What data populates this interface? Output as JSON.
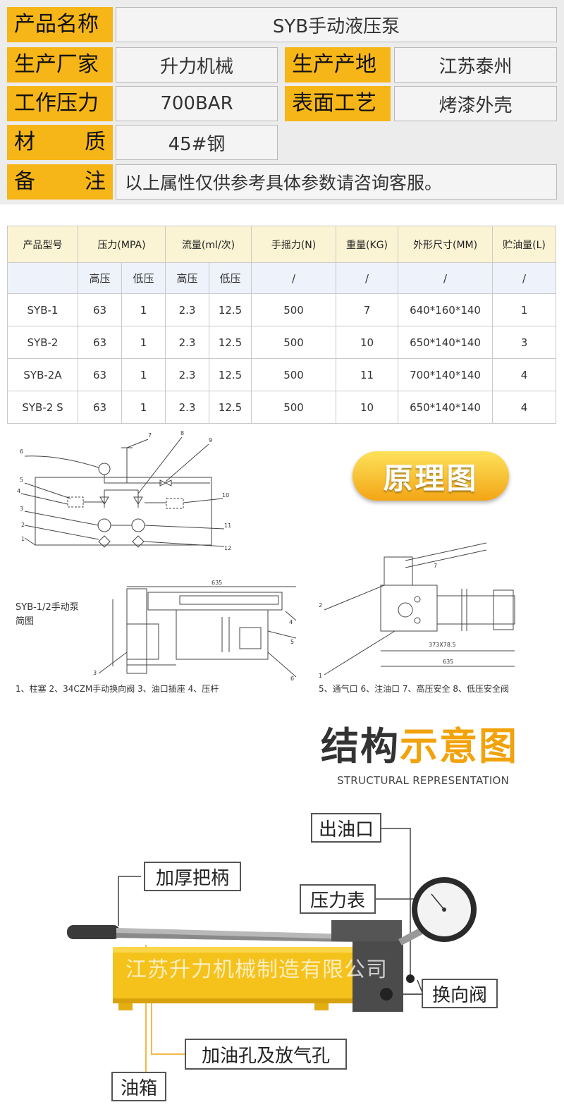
{
  "attributes": {
    "product_name_label": "产品名称",
    "product_name": "SYB手动液压泵",
    "manufacturer_label": "生产厂家",
    "manufacturer": "升力机械",
    "origin_label": "生产产地",
    "origin": "江苏泰州",
    "pressure_label": "工作压力",
    "pressure": "700BAR",
    "surface_label": "表面工艺",
    "surface": "烤漆外壳",
    "material_label_1": "材",
    "material_label_2": "质",
    "material": "45#钢",
    "remark_label_1": "备",
    "remark_label_2": "注",
    "remark": "以上属性仅供参考具体参数请咨询客服。"
  },
  "spec_table": {
    "headers": [
      "产品型号",
      "压力(MPA)",
      "流量(ml/次)",
      "手摇力(N)",
      "重量(KG)",
      "外形尺寸(MM)",
      "贮油量(L)"
    ],
    "sub_headers": [
      "高压",
      "低压",
      "高压",
      "低压",
      "/",
      "/",
      "/",
      "/"
    ],
    "rows": [
      [
        "SYB-1",
        "63",
        "1",
        "2.3",
        "12.5",
        "500",
        "7",
        "640*160*140",
        "1"
      ],
      [
        "SYB-2",
        "63",
        "1",
        "2.3",
        "12.5",
        "500",
        "10",
        "650*140*140",
        "3"
      ],
      [
        "SYB-2A",
        "63",
        "1",
        "2.3",
        "12.5",
        "500",
        "11",
        "700*140*140",
        "4"
      ],
      [
        "SYB-2 S",
        "63",
        "1",
        "2.3",
        "12.5",
        "500",
        "10",
        "650*140*140",
        "4"
      ]
    ]
  },
  "principle": {
    "badge": "原理图",
    "drawing_caption_1": "SYB-1/2手动泵",
    "drawing_caption_2": "简图",
    "legend_left": "1、柱塞 2、34CZM手动换向阀 3、油口插座 4、压杆",
    "legend_right": "5、通气口 6、注油口 7、高压安全 8、低压安全阀",
    "dim_top": "635",
    "dim_mid": "373X78.5",
    "dim_bottom": "635",
    "numbers_left": [
      "6",
      "5",
      "4",
      "3",
      "2",
      "1",
      "7",
      "8",
      "9",
      "10",
      "11",
      "12"
    ],
    "numbers_mid": [
      "3",
      "4",
      "5",
      "6"
    ],
    "numbers_right": [
      "2",
      "7",
      "1"
    ]
  },
  "structure": {
    "title_dark": "结构",
    "title_accent": "示意图",
    "subtitle": "STRUCTURAL REPRESENTATION",
    "watermark": "江苏升力机械制造有限公司",
    "labels": {
      "outlet": "出油口",
      "handle": "加厚把柄",
      "gauge": "压力表",
      "valve": "换向阀",
      "filler": "加油孔及放气孔",
      "tank": "油箱"
    }
  },
  "colors": {
    "accent": "#f6b618",
    "tank_yellow": "#f5c21b",
    "cell_bg": "#f4f4f4"
  }
}
